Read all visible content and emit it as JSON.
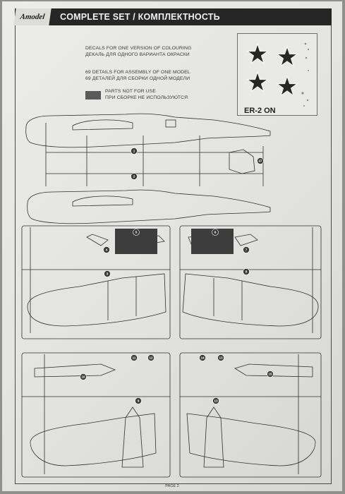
{
  "header": {
    "logo": "Amodel",
    "title": "COMPLETE SET / КОМПЛЕКТНОСТЬ"
  },
  "info": {
    "decals_en": "DECALS FOR ONE VERSION OF COLOURING",
    "decals_ru": "ДЕКАЛЬ ДЛЯ ОДНОГО ВАРИАНТА ОКРАСКИ",
    "details_en": "69 DETAILS FOR ASSEMBLY OF ONE MODEL",
    "details_ru": "69 ДЕТАЛЕЙ ДЛЯ СБОРКИ ОДНОЙ МОДЕЛИ",
    "unused_en": "PARTS NOT FOR USE",
    "unused_ru": "ПРИ СБОРКЕ НЕ ИСПОЛЬЗУЮТСЯ"
  },
  "decal_sheet": {
    "designation": "ER-2 ON"
  },
  "part_numbers": [
    "1",
    "2",
    "47",
    "5",
    "6",
    "4",
    "7",
    "3",
    "8",
    "11",
    "12",
    "14",
    "13",
    "10",
    "15",
    "9",
    "13"
  ],
  "footer": {
    "page": "PAGE 2"
  }
}
